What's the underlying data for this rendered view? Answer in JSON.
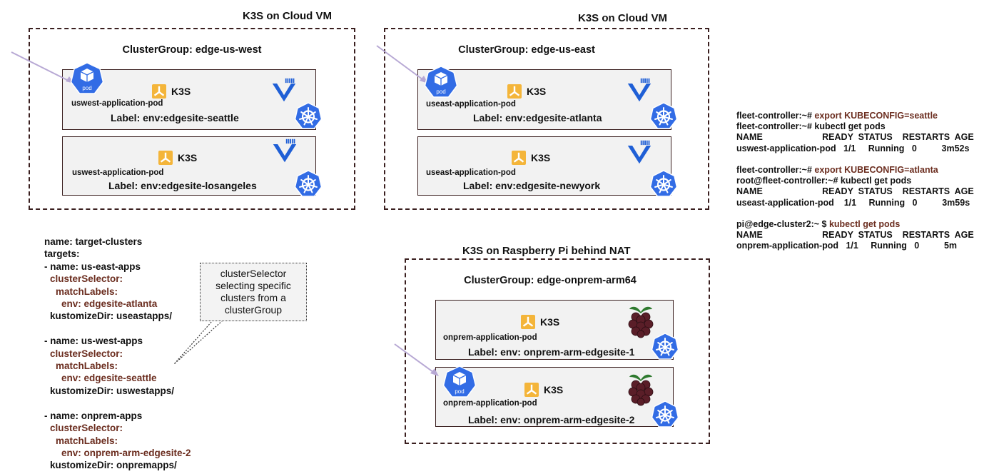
{
  "vm_titles": {
    "west": "K3S on Cloud VM",
    "east": "K3S on Cloud VM",
    "onprem": "K3S on Raspberry Pi behind NAT"
  },
  "cluster_groups": {
    "west": "ClusterGroup: edge-us-west",
    "east": "ClusterGroup: edge-us-east",
    "onprem": "ClusterGroup: edge-onprem-arm64"
  },
  "clusters": {
    "seattle": {
      "k3s": "K3S",
      "pod": "uswest-application-pod",
      "label": "Label: env:edgesite-seattle"
    },
    "losangeles": {
      "k3s": "K3S",
      "pod": "uswest-application-pod",
      "label": "Label: env:edgesite-losangeles"
    },
    "atlanta": {
      "k3s": "K3S",
      "pod": "useast-application-pod",
      "label": "Label: env:edgesite-atlanta"
    },
    "newyork": {
      "k3s": "K3S",
      "pod": "useast-application-pod",
      "label": "Label: env:edgesite-newyork"
    },
    "arm1": {
      "k3s": "K3S",
      "pod": "onprem-application-pod",
      "label": "Label: env: onprem-arm-edgesite-1"
    },
    "arm2": {
      "k3s": "K3S",
      "pod": "onprem-application-pod",
      "label": "Label: env: onprem-arm-edgesite-2"
    }
  },
  "pod_icon_label": "pod",
  "yaml": {
    "l1": "name: target-clusters",
    "l2": "targets:",
    "l3": "- name: us-east-apps",
    "l4": "clusterSelector:",
    "l5": "matchLabels:",
    "l6": "env: edgesite-atlanta",
    "l7": "kustomizeDir: useastapps/",
    "l8": "- name: us-west-apps",
    "l9": "clusterSelector:",
    "l10": "matchLabels:",
    "l11": "env: edgesite-seattle",
    "l12": "kustomizeDir: uswestapps/",
    "l13": "- name: onprem-apps",
    "l14": "clusterSelector:",
    "l15": "matchLabels:",
    "l16": "env: onprem-arm-edgesite-2",
    "l17": "kustomizeDir: onpremapps/"
  },
  "callout": {
    "line1": "clusterSelector",
    "line2": "selecting specific",
    "line3": "clusters from a",
    "line4": "clusterGroup"
  },
  "terminal": {
    "b1_prompt": "fleet-controller:~# ",
    "b1_cmd": "export KUBECONFIG=seattle",
    "b1_l2": "fleet-controller:~# kubectl get pods",
    "b1_header": "NAME                        READY  STATUS    RESTARTS  AGE",
    "b1_row": "uswest-application-pod   1/1     Running   0          3m52s",
    "b2_prompt": "fleet-controller:~# ",
    "b2_cmd": "export KUBECONFIG=atlanta",
    "b2_l2": "root@fleet-controller:~# kubectl get pods",
    "b2_header": "NAME                        READY  STATUS    RESTARTS  AGE",
    "b2_row": "useast-application-pod    1/1     Running   0          3m59s",
    "b3_prompt": "pi@edge-cluster2:~ $ ",
    "b3_cmd": "kubectl get pods",
    "b3_header": "NAME                        READY  STATUS    RESTARTS  AGE",
    "b3_row": "onprem-application-pod   1/1     Running   0          5m"
  },
  "colors": {
    "k8s_blue": "#326ce5",
    "k3s_yellow": "#f4b53a",
    "rancher_blue": "#1f5fd6",
    "raspberry": "#5a1e28",
    "leaf_green": "#2f7a2f",
    "yaml_key": "#6b2d1f",
    "arrow": "#b7a8d4"
  }
}
